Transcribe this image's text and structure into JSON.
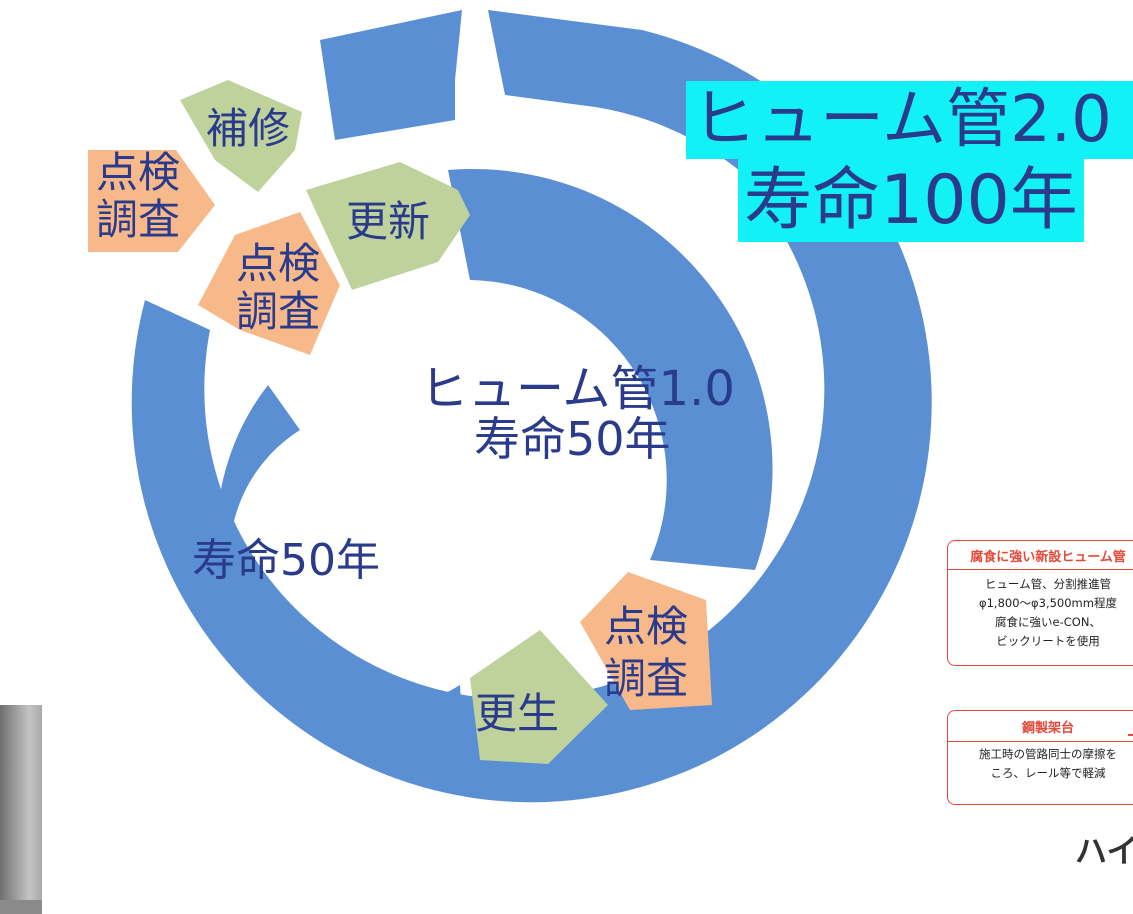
{
  "cycle_diagram": {
    "title_line1": "ヒューム管2.0",
    "title_line2": "寿命100年",
    "center_line1": "ヒューム管1.0",
    "center_line2": "寿命50年",
    "inner_lifespan": "寿命50年",
    "labels": {
      "repair": "補修",
      "update": "更新",
      "rehab": "更生",
      "inspection_line1": "点検",
      "inspection_line2": "調査"
    },
    "colors": {
      "ring": "#5a8fd4",
      "orange": "#f7b98a",
      "green": "#bfd29c",
      "text_blue": "#2b3b8c",
      "title_bg": "#12f2f6"
    }
  },
  "cards": [
    {
      "title": "腐食に強い新設ヒューム管",
      "lines": [
        "ヒューム管、分割推進管",
        "φ1,800〜φ3,500mm程度",
        "腐食に強いe-CON、",
        "ビックリートを使用"
      ]
    },
    {
      "title": "鋼製架台",
      "lines": [
        "施工時の管路同士の摩擦を",
        "ころ、レール等で軽減"
      ]
    }
  ],
  "bottom_text": "ハイ"
}
